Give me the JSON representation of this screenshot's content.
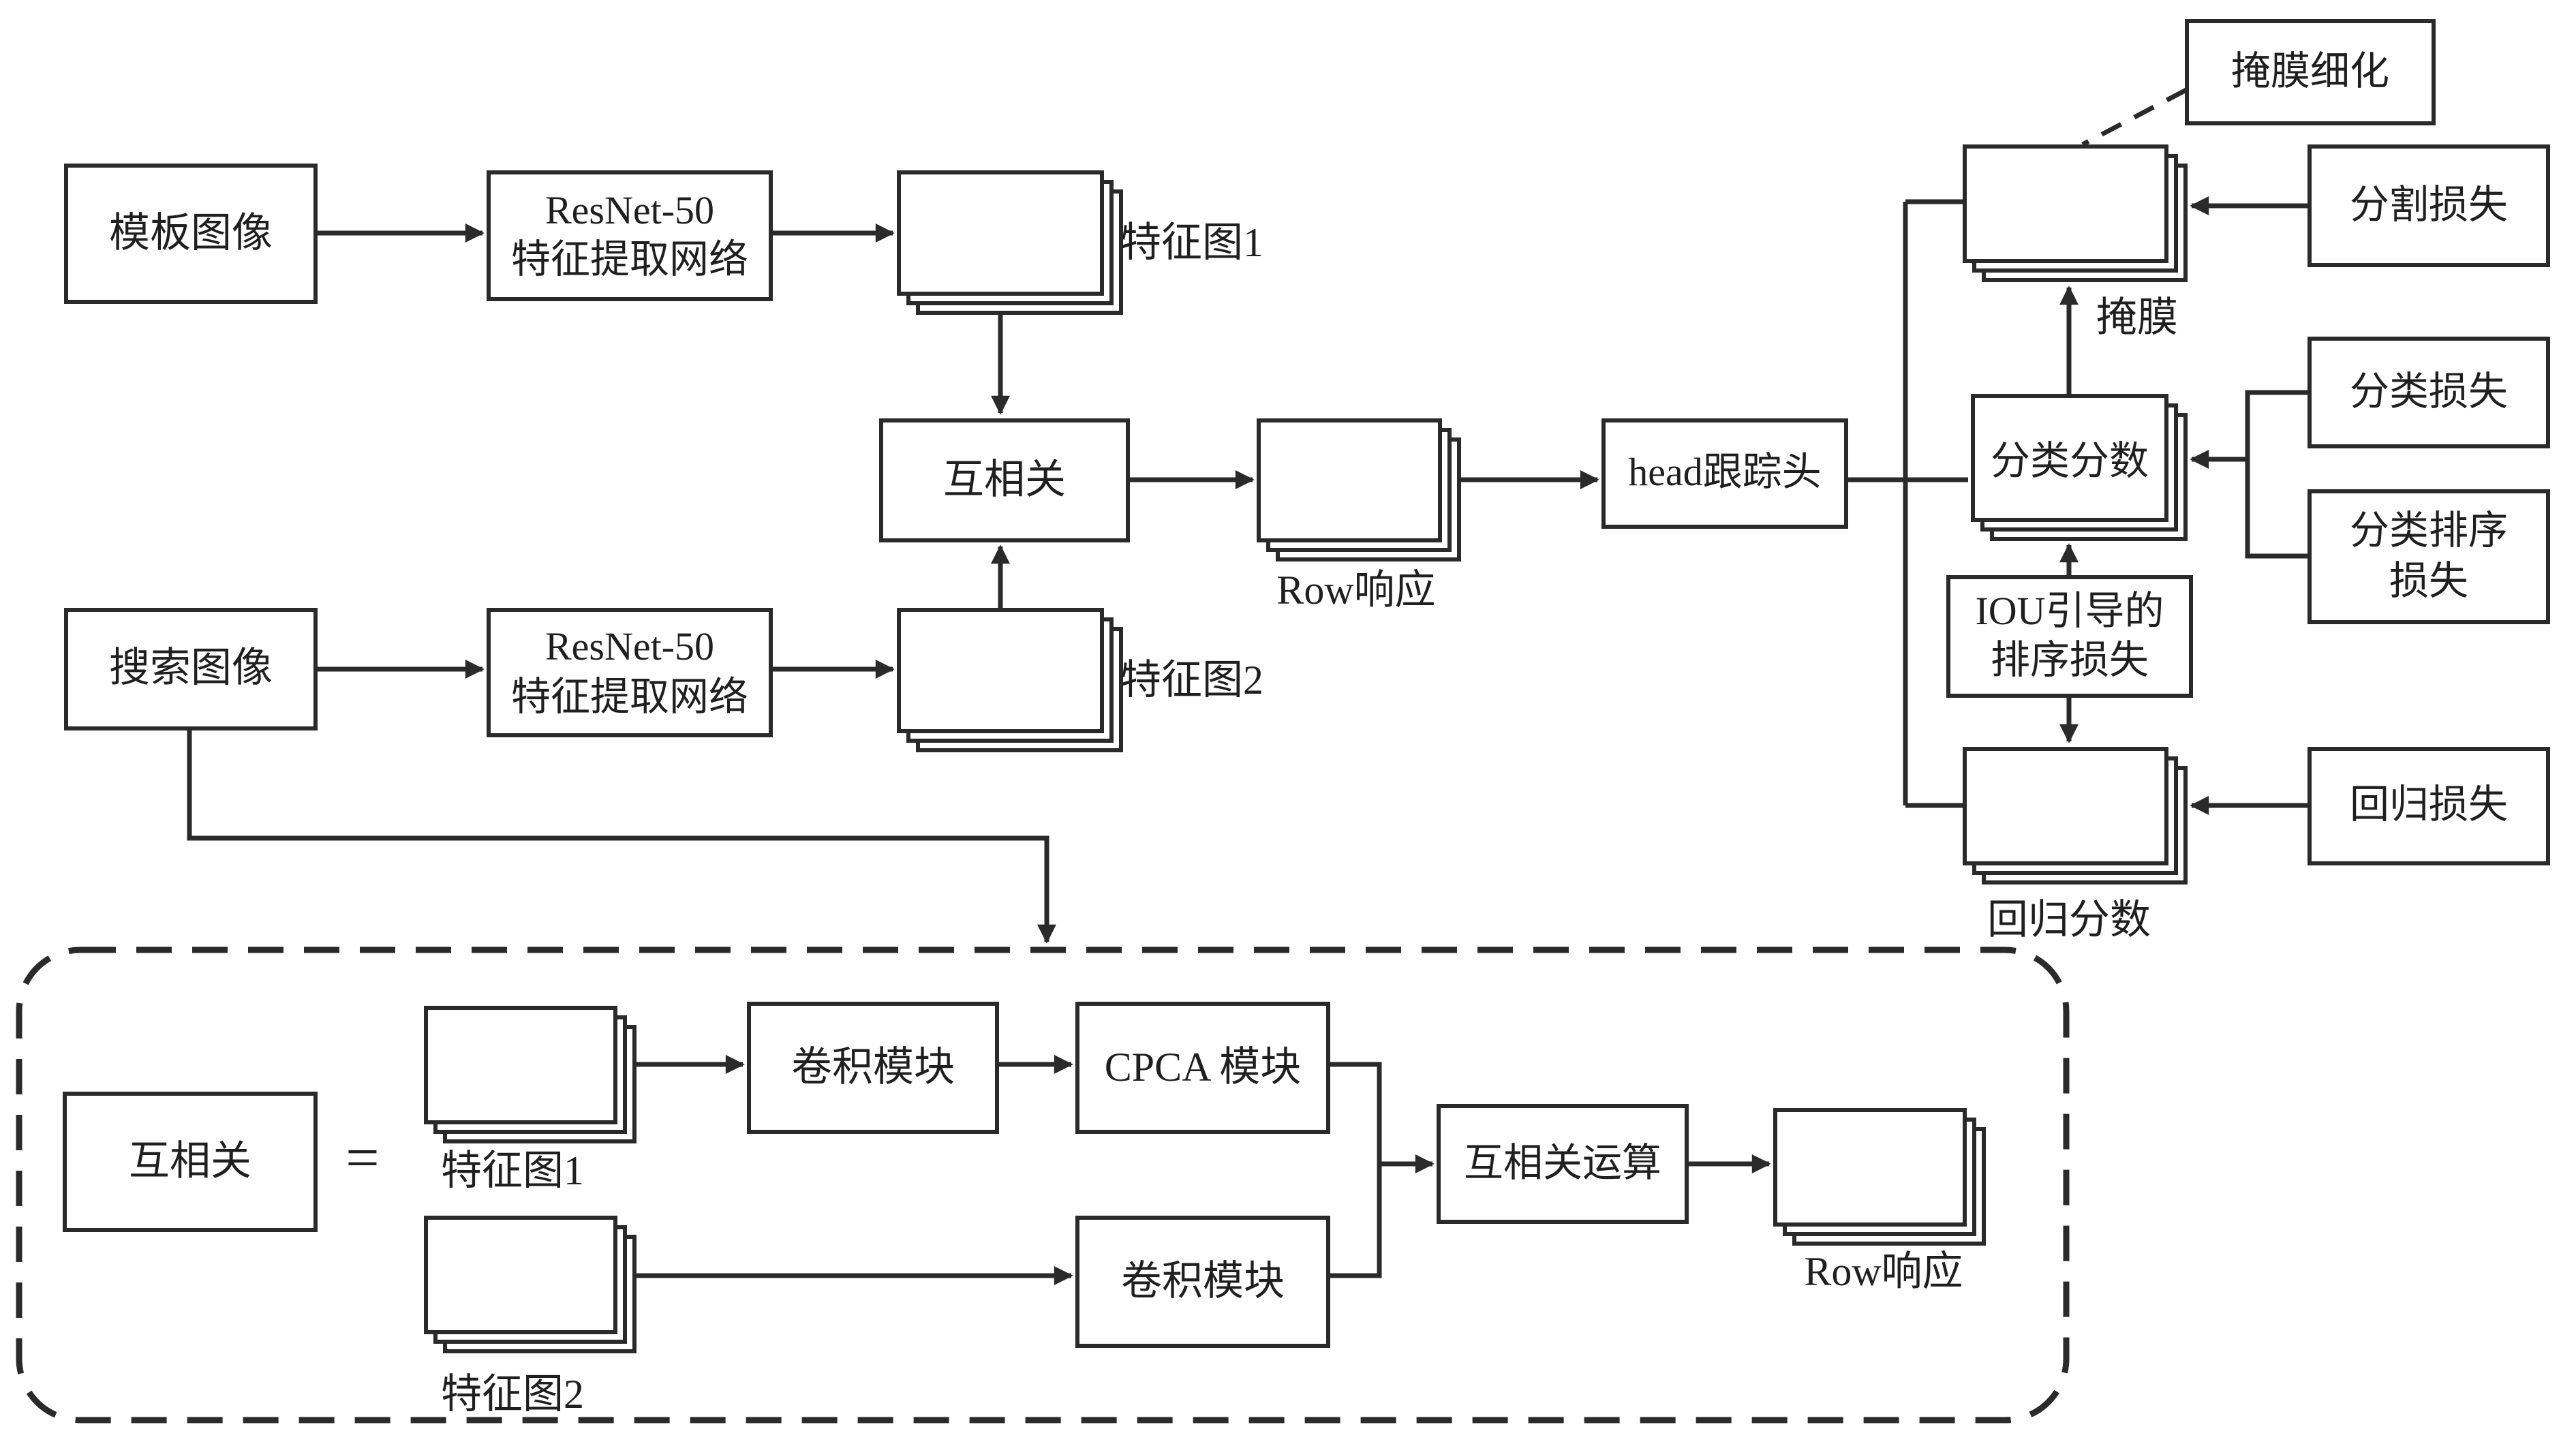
{
  "nodes": {
    "template_image": "模板图像",
    "search_image": "搜索图像",
    "backbone_line1": "ResNet-50",
    "backbone_line2": "特征提取网络",
    "feature_map1": "特征图1",
    "feature_map2": "特征图2",
    "cross_correlation": "互相关",
    "row_response": "Row响应",
    "head_tracker": "head跟踪头",
    "mask_refinement": "掩膜细化",
    "mask": "掩膜",
    "segmentation_loss": "分割损失",
    "classification_score": "分类分数",
    "classification_loss": "分类损失",
    "classification_ranking_loss_line1": "分类排序",
    "classification_ranking_loss_line2": "损失",
    "iou_guided_ranking_loss_line1": "IOU引导的",
    "iou_guided_ranking_loss_line2": "排序损失",
    "regression_score": "回归分数",
    "regression_loss": "回归损失",
    "equals": "=",
    "conv_module": "卷积模块",
    "cpca_module": "CPCA 模块",
    "cross_correlation_operation": "互相关运算"
  },
  "colors": {
    "ink": "#2a2a2a",
    "background": "#ffffff"
  }
}
